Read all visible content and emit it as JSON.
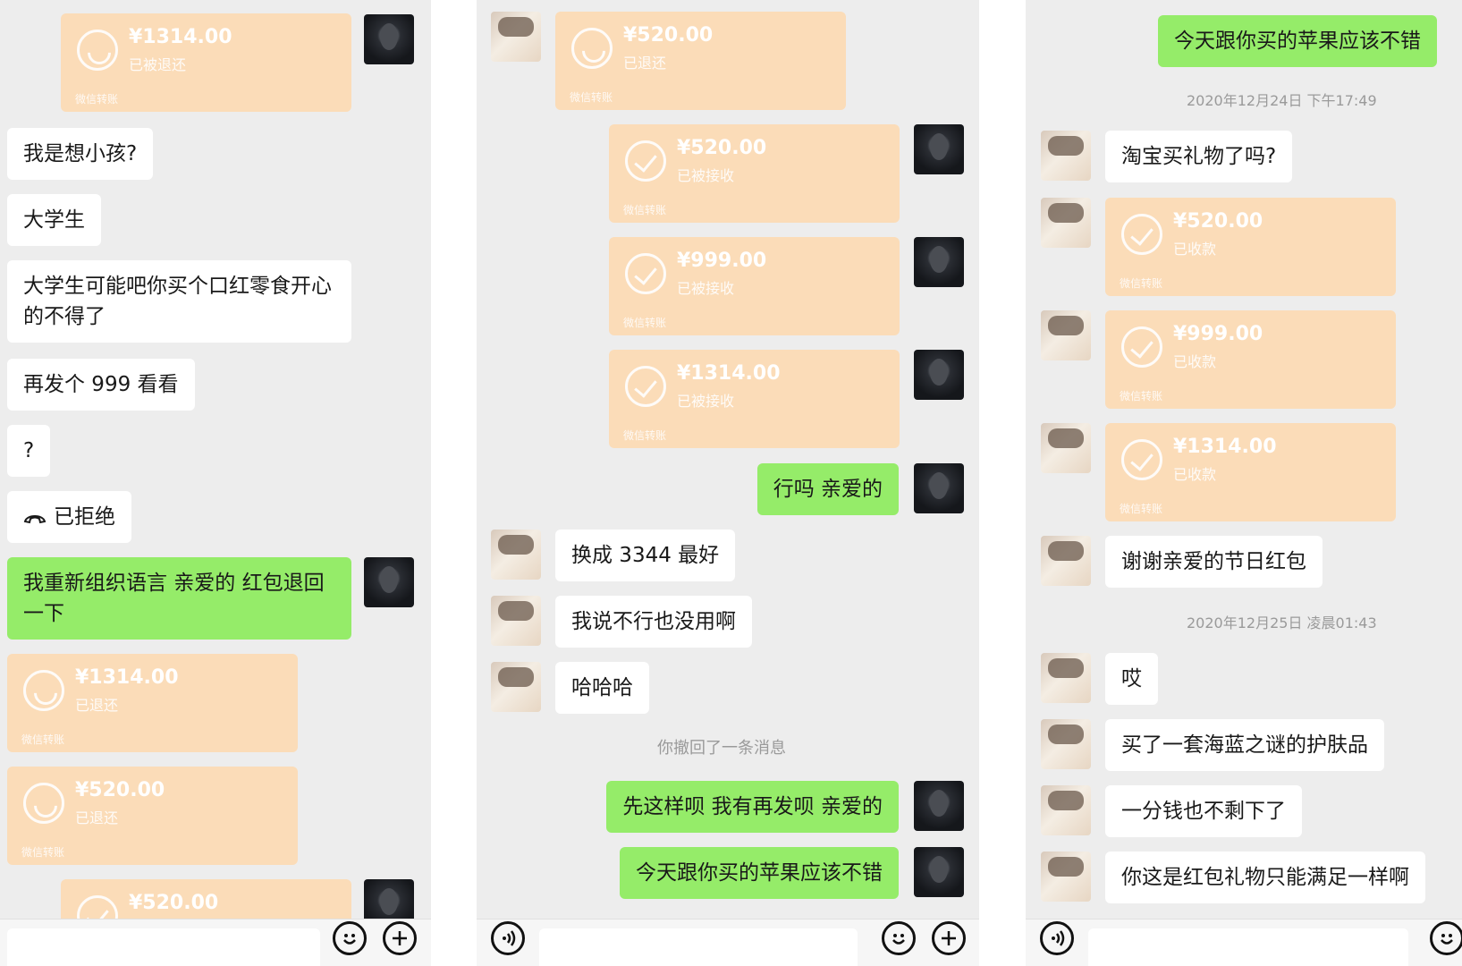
{
  "panel1": {
    "t1": {
      "amount": "¥1314.00",
      "status": "已被退还",
      "foot": "微信转账"
    },
    "m1": "我是想小孩?",
    "m2": "大学生",
    "m3": "大学生可能吧你买个口红零食开心的不得了",
    "m4": "再发个 999 看看",
    "m5": "?",
    "m6": "已拒绝",
    "m7": "我重新组织语言  亲爱的  红包退回一下",
    "t2": {
      "amount": "¥1314.00",
      "status": "已退还",
      "foot": "微信转账"
    },
    "t3": {
      "amount": "¥520.00",
      "status": "已退还",
      "foot": "微信转账"
    },
    "t4": {
      "amount": "¥520.00"
    }
  },
  "panel2": {
    "t1": {
      "amount": "¥520.00",
      "status": "已退还",
      "foot": "微信转账"
    },
    "t2": {
      "amount": "¥520.00",
      "status": "已被接收",
      "foot": "微信转账"
    },
    "t3": {
      "amount": "¥999.00",
      "status": "已被接收",
      "foot": "微信转账"
    },
    "t4": {
      "amount": "¥1314.00",
      "status": "已被接收",
      "foot": "微信转账"
    },
    "m1": "行吗  亲爱的",
    "m2": "换成 3344 最好",
    "m3": "我说不行也没用啊",
    "m4": "哈哈哈",
    "sys": "你撤回了一条消息",
    "m5": "先这样呗  我有再发呗  亲爱的",
    "m6": "今天跟你买的苹果应该不错"
  },
  "panel3": {
    "m0": "今天跟你买的苹果应该不错",
    "time1": "2020年12月24日 下午17:49",
    "m1": "淘宝买礼物了吗?",
    "t1": {
      "amount": "¥520.00",
      "status": "已收款",
      "foot": "微信转账"
    },
    "t2": {
      "amount": "¥999.00",
      "status": "已收款",
      "foot": "微信转账"
    },
    "t3": {
      "amount": "¥1314.00",
      "status": "已收款",
      "foot": "微信转账"
    },
    "m2": "谢谢亲爱的节日红包",
    "time2": "2020年12月25日 凌晨01:43",
    "m3": "哎",
    "m4": "买了一套海蓝之谜的护肤品",
    "m5": "一分钱也不剩下了",
    "m6": "你这是红包礼物只能满足一样啊"
  },
  "colors": {
    "transfer": "#fbdcb8",
    "outgoing": "#95ec69",
    "incoming": "#ffffff",
    "background": "#ededed"
  },
  "icons": [
    "voice-icon",
    "emoji-icon",
    "plus-icon",
    "return-icon",
    "check-icon",
    "hangup-icon"
  ]
}
